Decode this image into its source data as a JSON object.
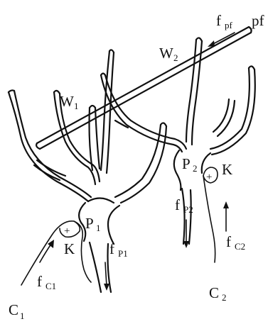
{
  "diagram": {
    "fiber": {
      "label": "pf",
      "flow_main": "f",
      "flow_sub": "pf"
    },
    "cells": [
      {
        "id": "P1",
        "label_main": "P",
        "label_sub": "1",
        "output_main": "f",
        "output_sub": "P1"
      },
      {
        "id": "P2",
        "label_main": "P",
        "label_sub": "2",
        "output_main": "f",
        "output_sub": "P2"
      }
    ],
    "synapses": [
      {
        "id": "W1",
        "label_main": "W",
        "label_sub": "1"
      },
      {
        "id": "W2",
        "label_main": "W",
        "label_sub": "2"
      }
    ],
    "climbing": [
      {
        "id": "C1",
        "label_main": "C",
        "label_sub": "1",
        "flow_main": "f",
        "flow_sub": "C1",
        "junction": "K",
        "sign": "+"
      },
      {
        "id": "C2",
        "label_main": "C",
        "label_sub": "2",
        "flow_main": "f",
        "flow_sub": "C2",
        "junction": "K",
        "sign": "+"
      }
    ]
  }
}
